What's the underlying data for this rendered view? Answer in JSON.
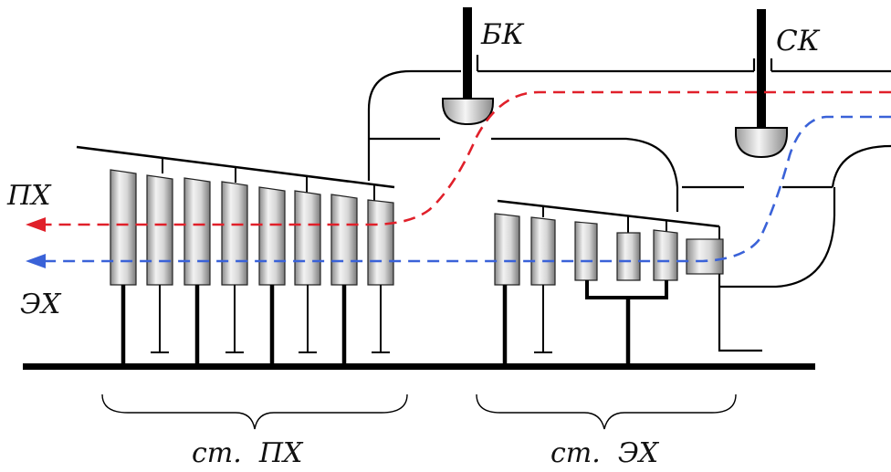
{
  "labels": {
    "bk": "БК",
    "sk": "СК",
    "px": "ПХ",
    "ex": "ЭХ",
    "st_px": "ст.  ПХ",
    "st_ex": "ст.  ЭХ"
  },
  "colors": {
    "red_flow": "#e0202a",
    "blue_flow": "#3a62d8",
    "outline": "#000000"
  }
}
